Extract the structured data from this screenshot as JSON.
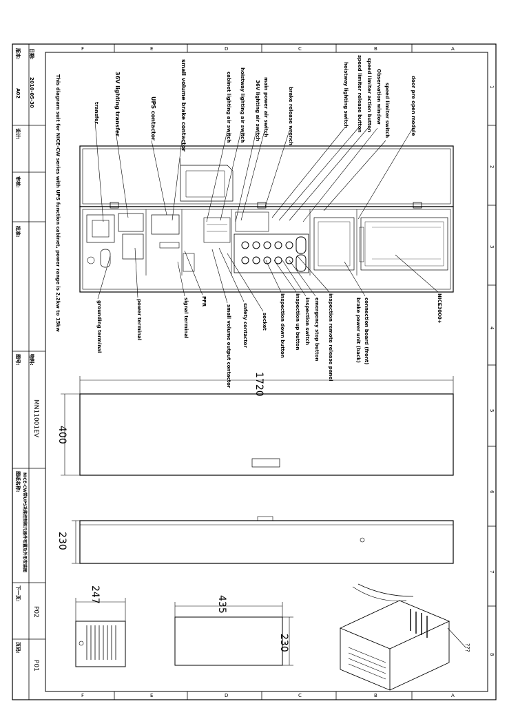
{
  "note": "This diagram suit for NICE-CW series with UPS function cabinet, power range is 2.2kw to 15kw",
  "frame": {
    "grid_letters": [
      "F",
      "E",
      "D",
      "C",
      "B",
      "A"
    ],
    "grid_numbers": [
      "1",
      "2",
      "3",
      "4",
      "5",
      "6",
      "7",
      "8"
    ]
  },
  "title_block": {
    "version_label": "版本:",
    "version_value": "A02",
    "date_label": "日期:",
    "date_value": "2010-05-30",
    "designer_label": "设计:",
    "reviewer_label": "审核:",
    "approver_label": "批准:",
    "drawing_no_label": "图号:",
    "drawing_no_value": "MN11001EV",
    "material_label": "物料:",
    "drawing_name_label": "图纸名称:",
    "drawing_name_value": "NICE-CW带UPS功能控制柜元器件布置及外形安装图",
    "next_page_label": "下一页:",
    "next_page_value": "P02",
    "page_label": "页码:",
    "page_value": "P01"
  },
  "labels_upper": [
    "door pre open module",
    "speed limiter switch",
    "Observation window",
    "speed limiter action button",
    "speed limiter release button",
    "hoistway lighting switch",
    "brake release wrench",
    "main power air switch",
    "36V lighting air switch",
    "hoistway lighting air switch",
    "cabinet lighting air switch",
    "small volume brake contactor",
    "UPS contactor",
    "36V lighting transfer",
    "transfer"
  ],
  "labels_lower": [
    "NICE3000+",
    "connection board (front)",
    "brake power unit (back)",
    "inspection remote release panel",
    "emergency stop button",
    "inspection switch",
    "inspection up button",
    "inspection down button",
    "socket",
    "safety contactor",
    "small volume output contactor",
    "PFR",
    "signal terminal",
    "power terminal",
    "grounding terminal"
  ],
  "dimensions": {
    "cabinet_length": "1720",
    "cabinet_width": "400",
    "cabinet_depth": "230",
    "box_side": "247",
    "box_length": "435",
    "box_depth": "230"
  },
  "iso_note": "???"
}
